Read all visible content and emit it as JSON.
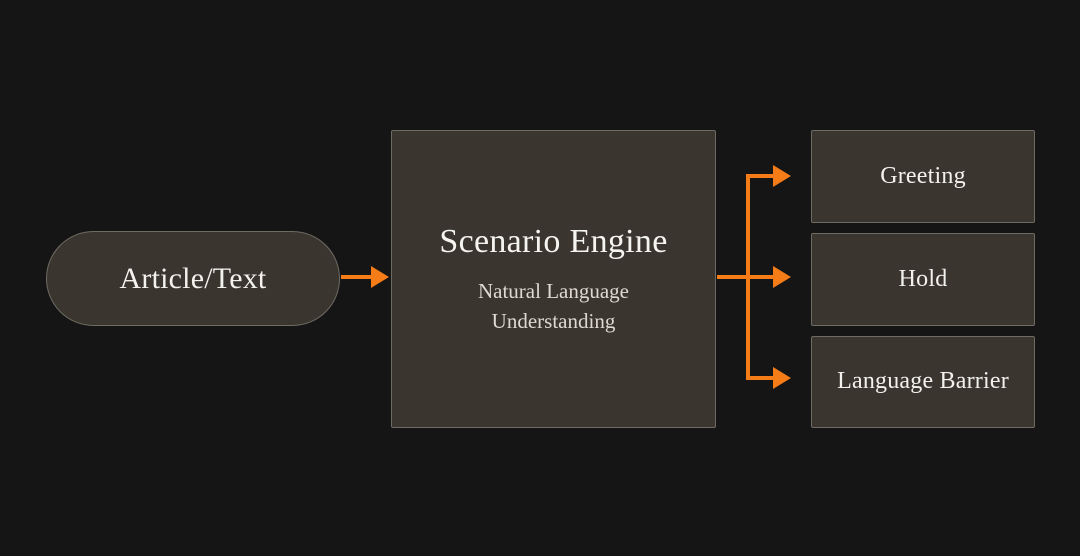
{
  "diagram": {
    "background_color": "#151515",
    "node_fill_color": "#3a362f",
    "node_border_color": "#6e6b63",
    "connector_color": "#f57c16",
    "text_color": "#f3f1ed",
    "input": {
      "label": "Article/Text",
      "shape": "pill"
    },
    "engine": {
      "title": "Scenario Engine",
      "subtitle": "Natural Language Understanding",
      "shape": "rectangle"
    },
    "outputs": [
      {
        "label": "Greeting"
      },
      {
        "label": "Hold"
      },
      {
        "label": "Language Barrier"
      }
    ],
    "edges": [
      {
        "from": "Article/Text",
        "to": "Scenario Engine",
        "style": "arrow"
      },
      {
        "from": "Scenario Engine",
        "to": "Greeting",
        "style": "arrow"
      },
      {
        "from": "Scenario Engine",
        "to": "Hold",
        "style": "arrow"
      },
      {
        "from": "Scenario Engine",
        "to": "Language Barrier",
        "style": "arrow"
      }
    ]
  }
}
